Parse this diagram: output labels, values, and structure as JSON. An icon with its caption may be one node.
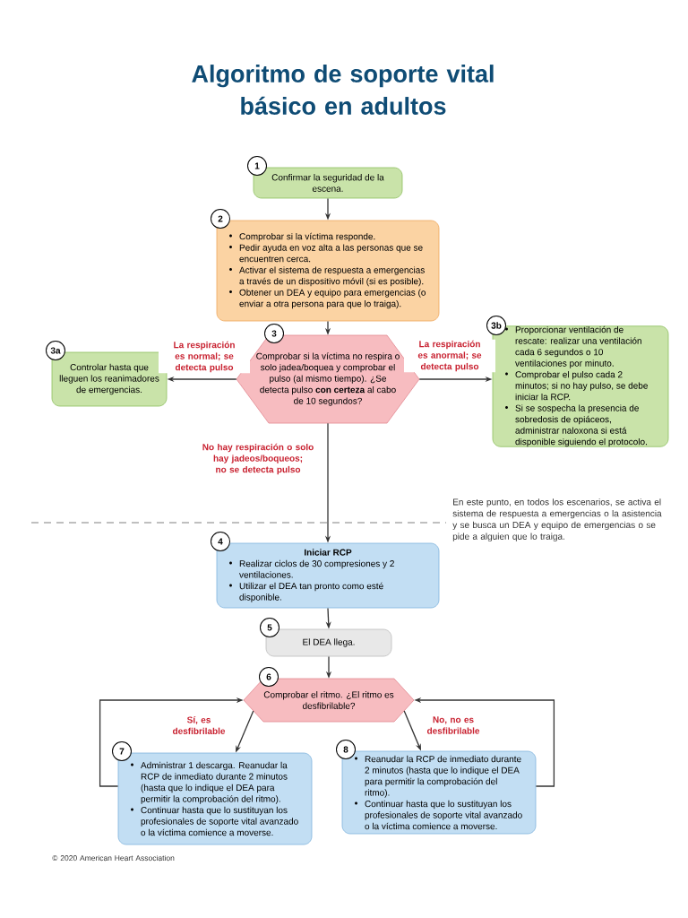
{
  "diagram": {
    "title": "Algoritmo de soporte vital básico en adultos",
    "nodes": [
      {
        "text": [
          "Confirmar la seguridad de la escena."
        ],
        "beside": [
          "1"
        ]
      },
      {
        "text": [
          "Comprobar si la víctima responde.",
          "Pedir ayuda en voz alta a las personas que se encuentren cerca.",
          "Activar el sistema de respuesta a emergencias a través de un dispositivo móvil (si es posible).",
          "Obtener un DEA y equipo para emergencias (o enviar a otra persona para que lo traiga)."
        ],
        "beside": [
          "2"
        ]
      },
      {
        "text": [
          "Comprobar si la víctima no respira o solo jadea/boquea y comprobar el pulso (al mismo tiempo). ¿Se detecta pulso **con certeza** al cabo de 10 segundos?"
        ],
        "beside": [
          "3"
        ]
      },
      {
        "text": [
          "Controlar hasta que lleguen los reanimadores de emergencias."
        ],
        "beside": [
          "3a"
        ]
      },
      {
        "text": [
          "Proporcionar ventilación de rescate: realizar una ventilación cada 6 segundos o 10 ventilaciones por minuto.",
          "Comprobar el pulso cada 2 minutos; si no hay pulso, se debe iniciar la RCP.",
          "Si se sospecha la presencia de sobredosis de opiáceos, administrar naloxona si está disponible siguiendo el protocolo."
        ],
        "beside": [
          "3b"
        ]
      },
      {
        "text": [
          "Iniciar RCP",
          "Realizar ciclos de 30 compresiones y 2 ventilaciones.",
          "Utilizar el DEA tan pronto como esté disponible."
        ],
        "beside": [
          "4"
        ]
      },
      {
        "text": [
          "El DEA llega."
        ],
        "beside": [
          "5"
        ]
      },
      {
        "text": [
          "Comprobar el ritmo. ¿El ritmo es desfibrilable?"
        ],
        "beside": [
          "6"
        ]
      },
      {
        "text": [
          "Administrar 1 descarga. Reanudar la RCP de inmediato durante 2 minutos (hasta que lo indique el DEA para permitir la comprobación del ritmo).",
          "Continuar hasta que lo sustituyan los profesionales de soporte vital avanzado o la víctima comience a moverse."
        ],
        "beside": [
          "7"
        ]
      },
      {
        "text": [
          "Reanudar la RCP de inmediato durante 2 minutos (hasta que lo indique el DEA para permitir la comprobación del ritmo).",
          "Continuar hasta que lo sustituyan los profesionales de soporte vital avanzado o la víctima comience a moverse."
        ],
        "beside": [
          "8"
        ]
      }
    ],
    "edges": [
      {
        "from": 0,
        "to": 1,
        "arrow": "to"
      },
      {
        "from": 1,
        "to": 2,
        "arrow": "to"
      },
      {
        "from": 2,
        "to": 3,
        "arrow": "to",
        "label": "La respiración es normal; se detecta pulso"
      },
      {
        "from": 2,
        "to": 4,
        "arrow": "to",
        "label": "La respiración es anormal; se detecta pulso"
      },
      {
        "from": 2,
        "to": 5,
        "arrow": "to",
        "label": "No hay respiración o solo hay jadeos/boqueos; no se detecta pulso"
      },
      {
        "from": 5,
        "to": 6,
        "arrow": "to"
      },
      {
        "from": 6,
        "to": 7,
        "arrow": "to"
      },
      {
        "from": 7,
        "to": 8,
        "arrow": "to",
        "label": "Sí, es desfibrilable"
      },
      {
        "from": 7,
        "to": 9,
        "arrow": "to",
        "label": "No, no es desfibrilable"
      },
      {
        "from": 8,
        "to": 7,
        "arrow": "to"
      },
      {
        "from": 9,
        "to": 7,
        "arrow": "to"
      }
    ],
    "labels": [
      "En este punto, en todos los escenarios, se activa el sistema de respuesta a emergencias o la asistencia y se busca un DEA y equipo de emergencias o se pide a alguien que lo traiga.",
      "© 2020 American Heart Association"
    ]
  }
}
